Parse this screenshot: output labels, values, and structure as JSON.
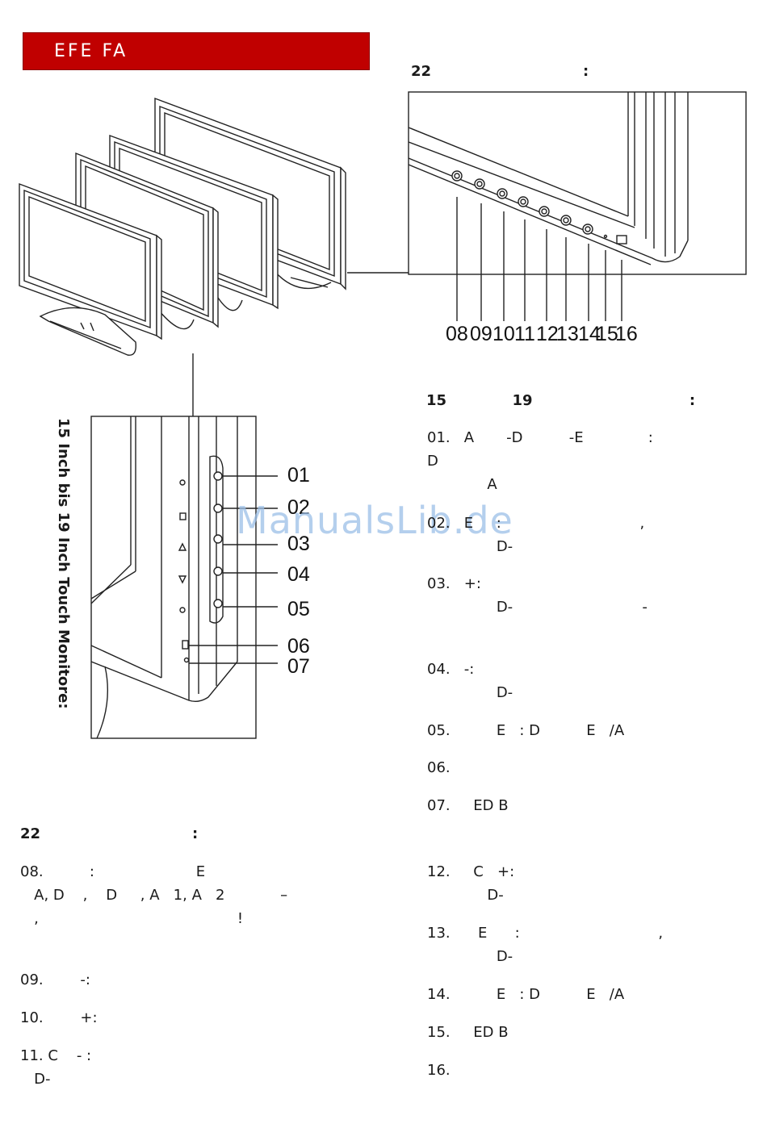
{
  "banner": {
    "text": "EFE      FA"
  },
  "callouts_top": [
    "08",
    "09",
    "10",
    "11",
    "12",
    "13",
    "14",
    "15",
    "16"
  ],
  "callouts_side": [
    "01",
    "02",
    "03",
    "04",
    "05",
    "06",
    "07"
  ],
  "side_title": "15 Inch bis 19 Inch Touch Monitore:",
  "watermark": "ManualsLib.de",
  "headings": {
    "right_top": "22                              :",
    "right_mid": "15             19                               :",
    "left_bottom": "22                              :"
  },
  "right_list": [
    {
      "num": "01.",
      "lines": [
        "   A       -D          -E              :",
        "D",
        "             A"
      ]
    },
    {
      "num": "02.",
      "lines": [
        "   E     :                              ,",
        "               D-"
      ]
    },
    {
      "num": "03.",
      "lines": [
        "   +:",
        "               D-                            -"
      ]
    },
    {
      "num": "04.",
      "lines": [
        "   -:",
        "               D-"
      ]
    },
    {
      "num": "05.",
      "lines": [
        "          E   : D          E   /A"
      ]
    },
    {
      "num": "06.",
      "lines": [
        ""
      ]
    },
    {
      "num": "07.",
      "lines": [
        "     ED B"
      ]
    },
    {
      "num": "12.",
      "lines": [
        "     C   +:",
        "             D-"
      ]
    },
    {
      "num": "13.",
      "lines": [
        "      E      :                              ,",
        "               D-"
      ]
    },
    {
      "num": "14.",
      "lines": [
        "          E   : D          E   /A"
      ]
    },
    {
      "num": "15.",
      "lines": [
        "     ED B"
      ]
    },
    {
      "num": "16.",
      "lines": [
        ""
      ]
    }
  ],
  "left_list": [
    {
      "num": "08.",
      "lines": [
        "          :                      E",
        "   A, D    ,    D     , A   1, A   2            –",
        "",
        "   ,                                           !"
      ]
    },
    {
      "num": "09.",
      "lines": [
        "        -:"
      ]
    },
    {
      "num": "10.",
      "lines": [
        "        +:"
      ]
    },
    {
      "num": "11.",
      "lines": [
        " C    - :",
        "   D-"
      ]
    }
  ]
}
